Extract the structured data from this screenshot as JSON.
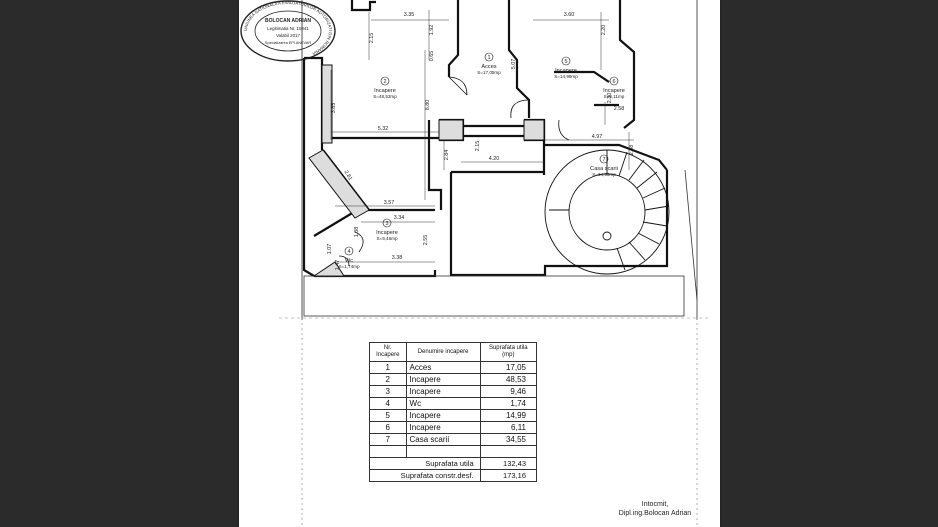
{
  "plan": {
    "rooms": [
      {
        "number": "1",
        "name": "Acces",
        "area": "S=17,05mp"
      },
      {
        "number": "2",
        "name": "Incapere",
        "area": "S=48,53mp"
      },
      {
        "number": "3",
        "name": "Incapere",
        "area": "S=9,46mp"
      },
      {
        "number": "4",
        "name": "Wc",
        "area": "S=1,74mp"
      },
      {
        "number": "5",
        "name": "Incapere",
        "area": "S=14,99mp"
      },
      {
        "number": "6",
        "name": "Incapere",
        "area": "S=6,11mp"
      },
      {
        "number": "7",
        "name": "Casa scarii",
        "area": "S=34,55mp"
      }
    ],
    "dimensions": [
      "3.35",
      "1.92",
      "2.15",
      "0.65",
      "5.07",
      "3.60",
      "2.20",
      "3.85",
      "8.80",
      "5.32",
      "2.84",
      "2.15",
      "4.20",
      "4.97",
      "2.38",
      "2.30",
      "2.58",
      "2.81",
      "3.57",
      "3.34",
      "1.38",
      "2.55",
      "3.38",
      "1.07",
      "1.47"
    ]
  },
  "table": {
    "headers": [
      "Nr. Incapere",
      "Denumire incapere",
      "Suprafata utila (mp)"
    ],
    "rows": [
      {
        "nr": "1",
        "name": "Acces",
        "area": "17,05"
      },
      {
        "nr": "2",
        "name": "Incapere",
        "area": "48,53"
      },
      {
        "nr": "3",
        "name": "Incapere",
        "area": "9,46"
      },
      {
        "nr": "4",
        "name": "Wc",
        "area": "1,74"
      },
      {
        "nr": "5",
        "name": "Incapere",
        "area": "14,99"
      },
      {
        "nr": "6",
        "name": "Incapere",
        "area": "6,11"
      },
      {
        "nr": "7",
        "name": "Casa scarii",
        "area": "34,55"
      }
    ],
    "total_useful_label": "Suprafata utila",
    "total_useful_value": "132,43",
    "total_built_label": "Suprafata constr.desf.",
    "total_built_value": "173,16"
  },
  "stamp": {
    "ring_text": "UNIUNEA NATIONALA A EVALUATORILOR AUTORIZATI DIN ROMANIA",
    "name": "BOLOCAN ADRIAN",
    "legitimation": "Legitimatia Nr. 10841",
    "valid": "Valabil 2017",
    "spec": "Specializarea EPI ANEVAR"
  },
  "credit": {
    "line1": "Intocmit,",
    "line2": "Dipl.ing.Bolocan Adrian"
  }
}
